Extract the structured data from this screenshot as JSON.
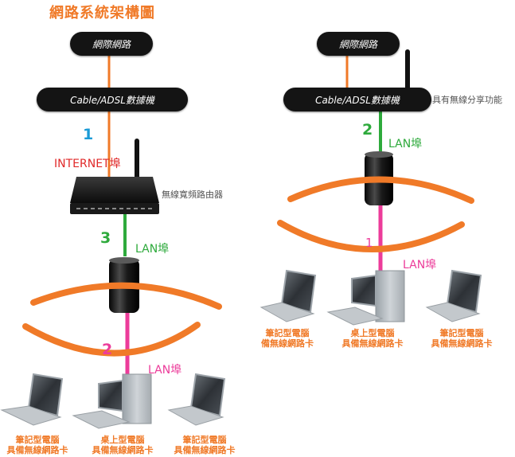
{
  "title": "網路系統架構圖",
  "colors": {
    "orange": "#f07a28",
    "green": "#2eaa3c",
    "magenta": "#ec3c9a",
    "blue": "#1a9ad6",
    "red": "#e02828",
    "pill": "#141414"
  },
  "left": {
    "internet": "網際網路",
    "modem": "Cable/ADSL數據機",
    "step1_number": "1",
    "internet_port": "INTERNET埠",
    "router_caption": "無線寬頻路由器",
    "step3_number": "3",
    "lan_port_upper": "LAN埠",
    "step2_number": "2",
    "lan_port_lower": "LAN埠",
    "devices": [
      {
        "line1": "筆記型電腦",
        "line2": "具備無線網路卡"
      },
      {
        "line1": "桌上型電腦",
        "line2": "具備無線網路卡"
      },
      {
        "line1": "筆記型電腦",
        "line2": "具備無線網路卡"
      }
    ]
  },
  "right": {
    "internet": "網際網路",
    "modem": "Cable/ADSL數據機",
    "modem_caption": "具有無線分享功能",
    "step2_number": "2",
    "lan_port_upper": "LAN埠",
    "step1_number": "1",
    "lan_port_lower": "LAN埠",
    "devices": [
      {
        "line1": "筆記型電腦",
        "line2": "備無線網路卡"
      },
      {
        "line1": "桌上型電腦",
        "line2": "具備無線網路卡"
      },
      {
        "line1": "筆記型電腦",
        "line2": "具備無線網路卡"
      }
    ]
  }
}
